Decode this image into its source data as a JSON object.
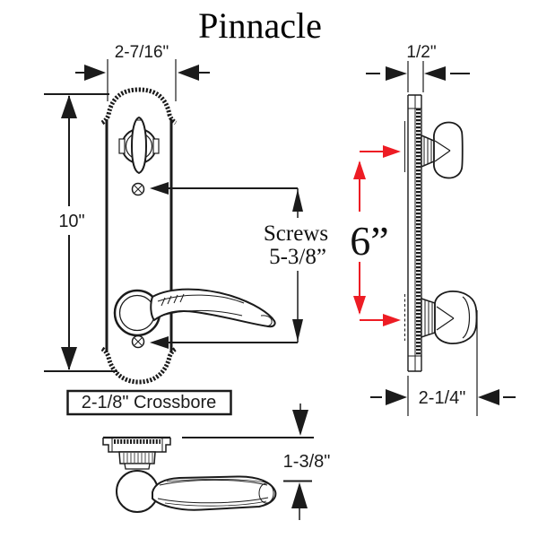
{
  "title": "Pinnacle",
  "colors": {
    "line": "#1b1b1b",
    "dimension_red": "#ed1c24",
    "background": "#ffffff"
  },
  "front_view": {
    "width_label": "2-7/16\"",
    "height_label": "10\"",
    "screws_label_line1": "Screws",
    "screws_label_line2": "5-3/8”",
    "crossbore_label": "2-1/8\" Crossbore"
  },
  "side_view": {
    "edge_width_label": "1/2\"",
    "screw_spacing_label": "6”",
    "backset_label": "2-1/4\""
  },
  "profile_view": {
    "thickness_label": "1-3/8\""
  }
}
